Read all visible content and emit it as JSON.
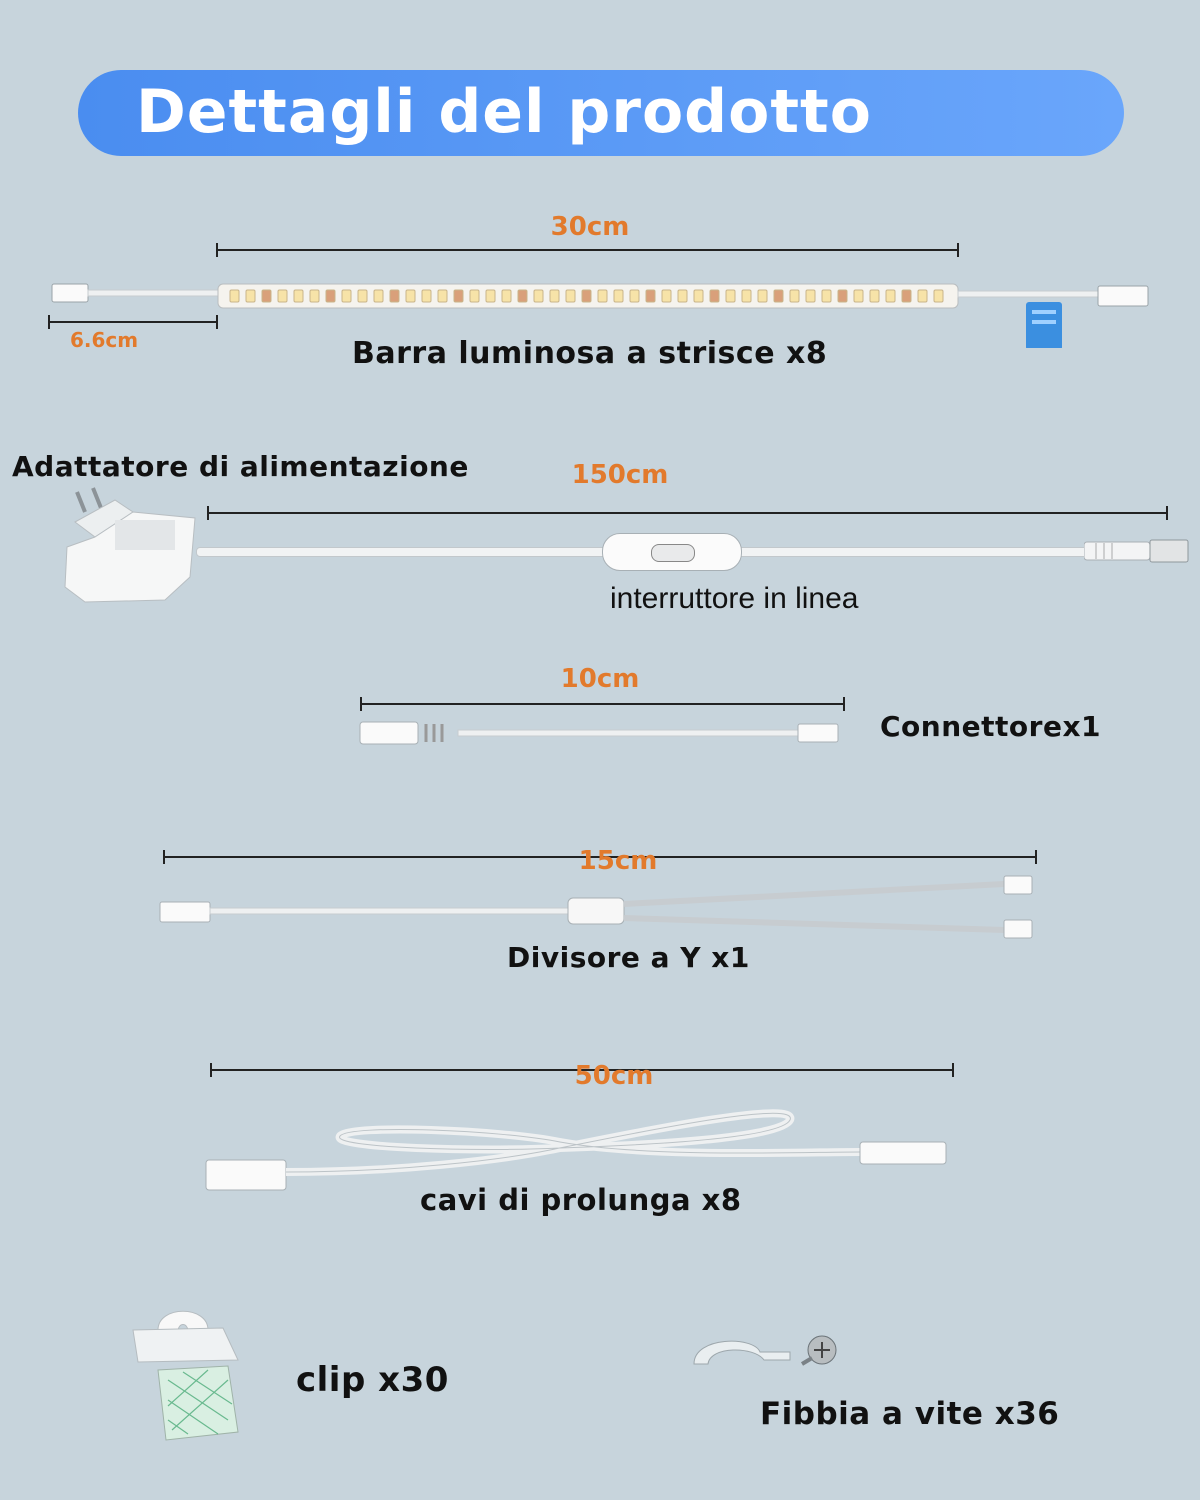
{
  "header": {
    "title": "Dettagli del prodotto"
  },
  "items": {
    "strip": {
      "length": "30cm",
      "lead": "6.6cm",
      "label": "Barra luminosa a strisce x8"
    },
    "adapter": {
      "title": "Adattatore di alimentazione",
      "length": "150cm",
      "switch_label": "interruttore in linea"
    },
    "connector": {
      "length": "10cm",
      "label": "Connettorex1"
    },
    "splitter": {
      "length": "15cm",
      "label": "Divisore a Y x1"
    },
    "extension": {
      "length": "50cm",
      "label": "cavi di prolunga x8"
    },
    "clip": {
      "label": "clip x30"
    },
    "buckle": {
      "label": "Fibbia a vite x36"
    }
  },
  "colors": {
    "banner": "#5b9af7",
    "dimension_text": "#e27a2c",
    "background": "#c7d4dc"
  }
}
